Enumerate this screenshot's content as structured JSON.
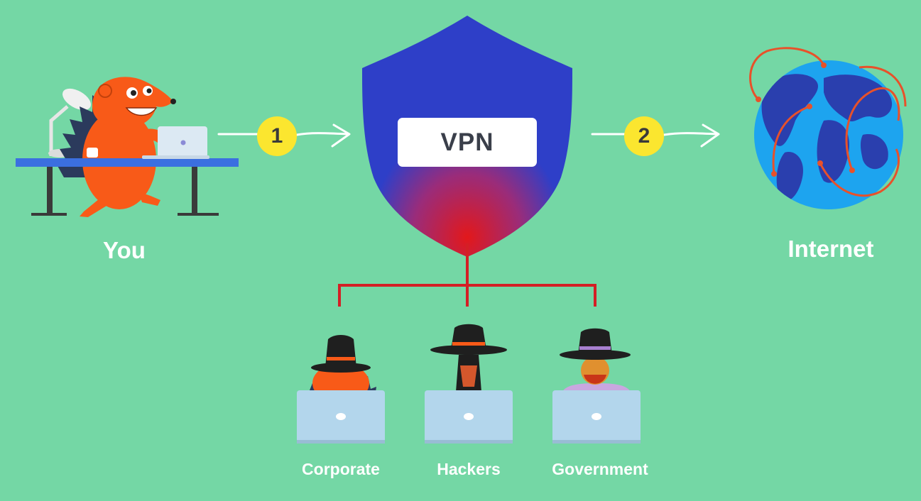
{
  "nodes": {
    "you": "You",
    "internet": "Internet",
    "vpn": "VPN"
  },
  "steps": [
    "1",
    "2"
  ],
  "observers": [
    "Corporate",
    "Hackers",
    "Government"
  ],
  "colors": {
    "background": "#74d7a5",
    "shield": "#2e3fc8",
    "shield_glow": "#e2181b",
    "connector": "#d41f25",
    "badge": "#fbe62f",
    "arrow": "#ffffff",
    "globe_ocean": "#1da4ef",
    "globe_land": "#2a3fae",
    "globe_orbit": "#e8512a",
    "hedgehog": "#f85a18",
    "laptop": "#b3d6ec",
    "hat": "#222222"
  },
  "icons": {
    "user": "hedgehog-at-desk-icon",
    "vpn": "shield-icon",
    "internet": "globe-icon",
    "corporate": "fox-spy-icon",
    "hackers": "dog-spy-icon",
    "government": "agent-spy-icon"
  }
}
